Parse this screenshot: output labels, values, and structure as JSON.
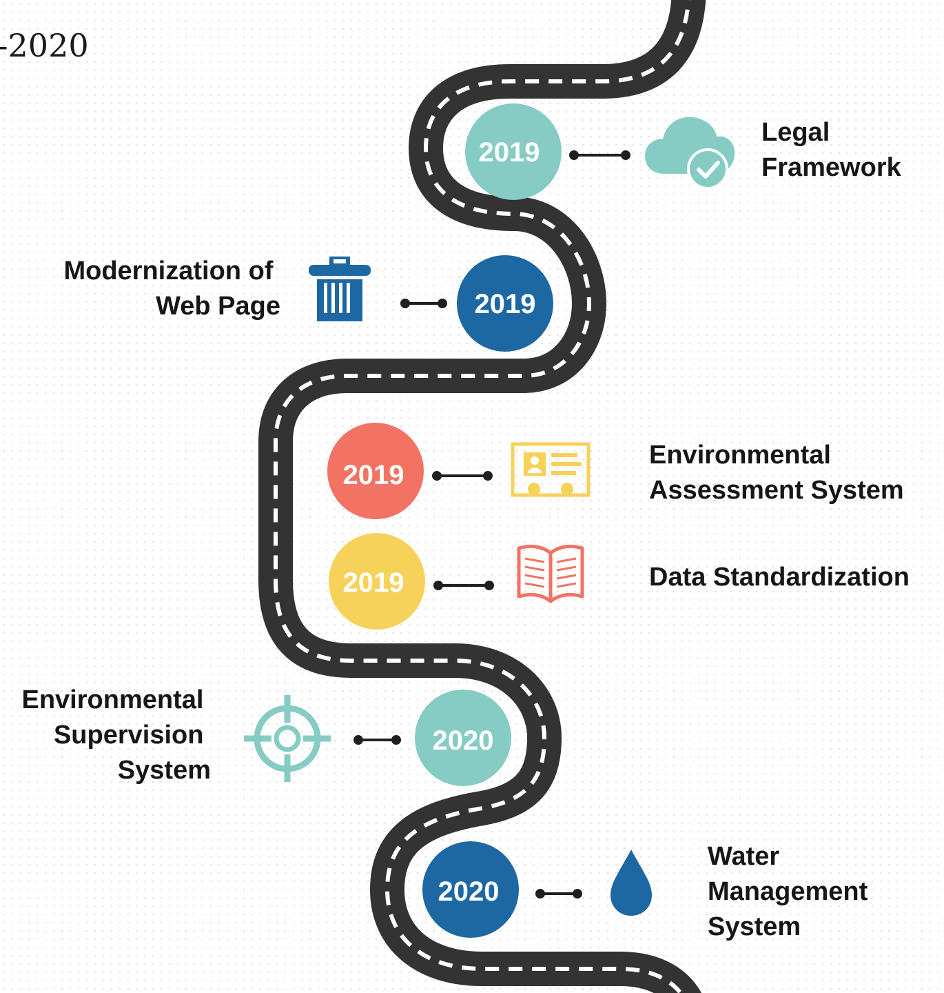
{
  "title": "-2020",
  "colors": {
    "road": "#333333",
    "road_stripe": "#ffffff",
    "teal": "#86ccc4",
    "blue": "#1d68a3",
    "coral": "#f27363",
    "yellow": "#f7d25a",
    "connector": "#1f1f1f",
    "label": "#161616"
  },
  "milestones": [
    {
      "year": "2019",
      "label_lines": [
        "Legal",
        "Framework"
      ],
      "icon": "cloud-check-icon",
      "color": "#86ccc4"
    },
    {
      "year": "2019",
      "label_lines": [
        "Modernization of",
        "Web Page"
      ],
      "icon": "trash-bin-icon",
      "color": "#1d68a3"
    },
    {
      "year": "2019",
      "label_lines": [
        "Environmental",
        "Assessment System"
      ],
      "icon": "id-card-icon",
      "color": "#f27363"
    },
    {
      "year": "2019",
      "label_lines": [
        "Data Standardization"
      ],
      "icon": "open-book-icon",
      "color": "#f7d25a"
    },
    {
      "year": "2020",
      "label_lines": [
        "Environmental",
        "Supervision",
        "System"
      ],
      "icon": "crosshair-target-icon",
      "color": "#86ccc4"
    },
    {
      "year": "2020",
      "label_lines": [
        "Water",
        "Management",
        "System"
      ],
      "icon": "water-drop-icon",
      "color": "#1d68a3"
    }
  ]
}
